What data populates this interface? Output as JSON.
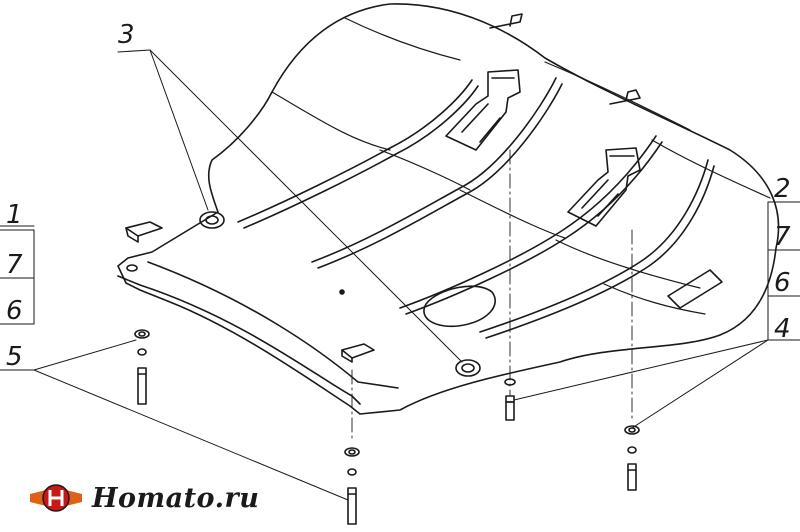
{
  "callouts": {
    "label_3": "3",
    "left_1": "1",
    "left_7": "7",
    "left_6": "6",
    "left_5": "5",
    "right_2": "2",
    "right_7": "7",
    "right_6": "6",
    "right_4": "4"
  },
  "brand": {
    "text": "Homato.ru",
    "logo_colors": {
      "wings": "#e06018",
      "center": "#c81818"
    }
  }
}
